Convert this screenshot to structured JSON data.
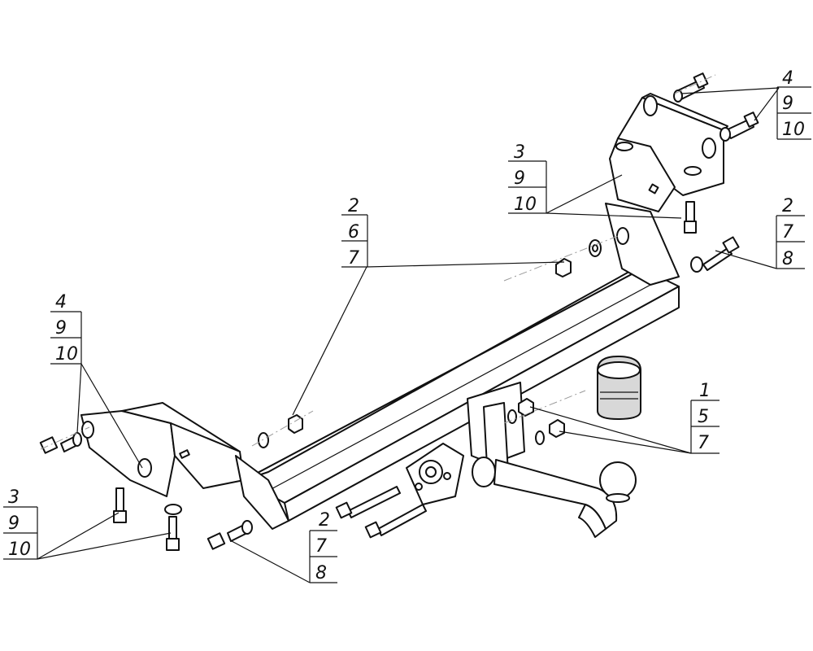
{
  "callouts": [
    {
      "id": "top-right",
      "numbers": [
        "4",
        "9",
        "10"
      ]
    },
    {
      "id": "upper-mid",
      "numbers": [
        "3",
        "9",
        "10"
      ]
    },
    {
      "id": "center",
      "numbers": [
        "2",
        "6",
        "7"
      ]
    },
    {
      "id": "right-mid",
      "numbers": [
        "2",
        "7",
        "8"
      ]
    },
    {
      "id": "left-upper",
      "numbers": [
        "4",
        "9",
        "10"
      ]
    },
    {
      "id": "left-lower",
      "numbers": [
        "3",
        "9",
        "10"
      ]
    },
    {
      "id": "bottom-mid",
      "numbers": [
        "2",
        "7",
        "8"
      ]
    },
    {
      "id": "ball-right",
      "numbers": [
        "1",
        "5",
        "7"
      ]
    }
  ]
}
